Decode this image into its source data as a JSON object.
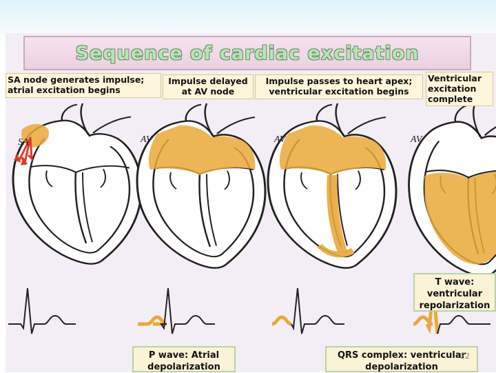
{
  "title": "Sequence of cardiac excitation",
  "stage_labels": [
    {
      "text": "SA node generates impulse;\natrial excitation begins"
    },
    {
      "text": "Impulse delayed\nat AV node"
    },
    {
      "text": "Impulse passes to heart apex;\nventricular excitation begins"
    },
    {
      "text": "Ventricular\nexcitation\ncomplete"
    }
  ],
  "wave_labels": {
    "p_wave": "P wave: Atrial\ndepolarization",
    "qrs": "QRS complex: ventricular\ndepolarization",
    "t_wave": "T wave:\nventricular\nrepolarization"
  },
  "node_labels": [
    "SA",
    "AV"
  ],
  "page_number": "22",
  "colors": {
    "excited_tissue": "#e9a93a",
    "impulse_arrow": "#e03a2a",
    "heart_outline": "#222222",
    "title_fill": "#b6e6b3",
    "label_background": "#fdf6dc"
  }
}
